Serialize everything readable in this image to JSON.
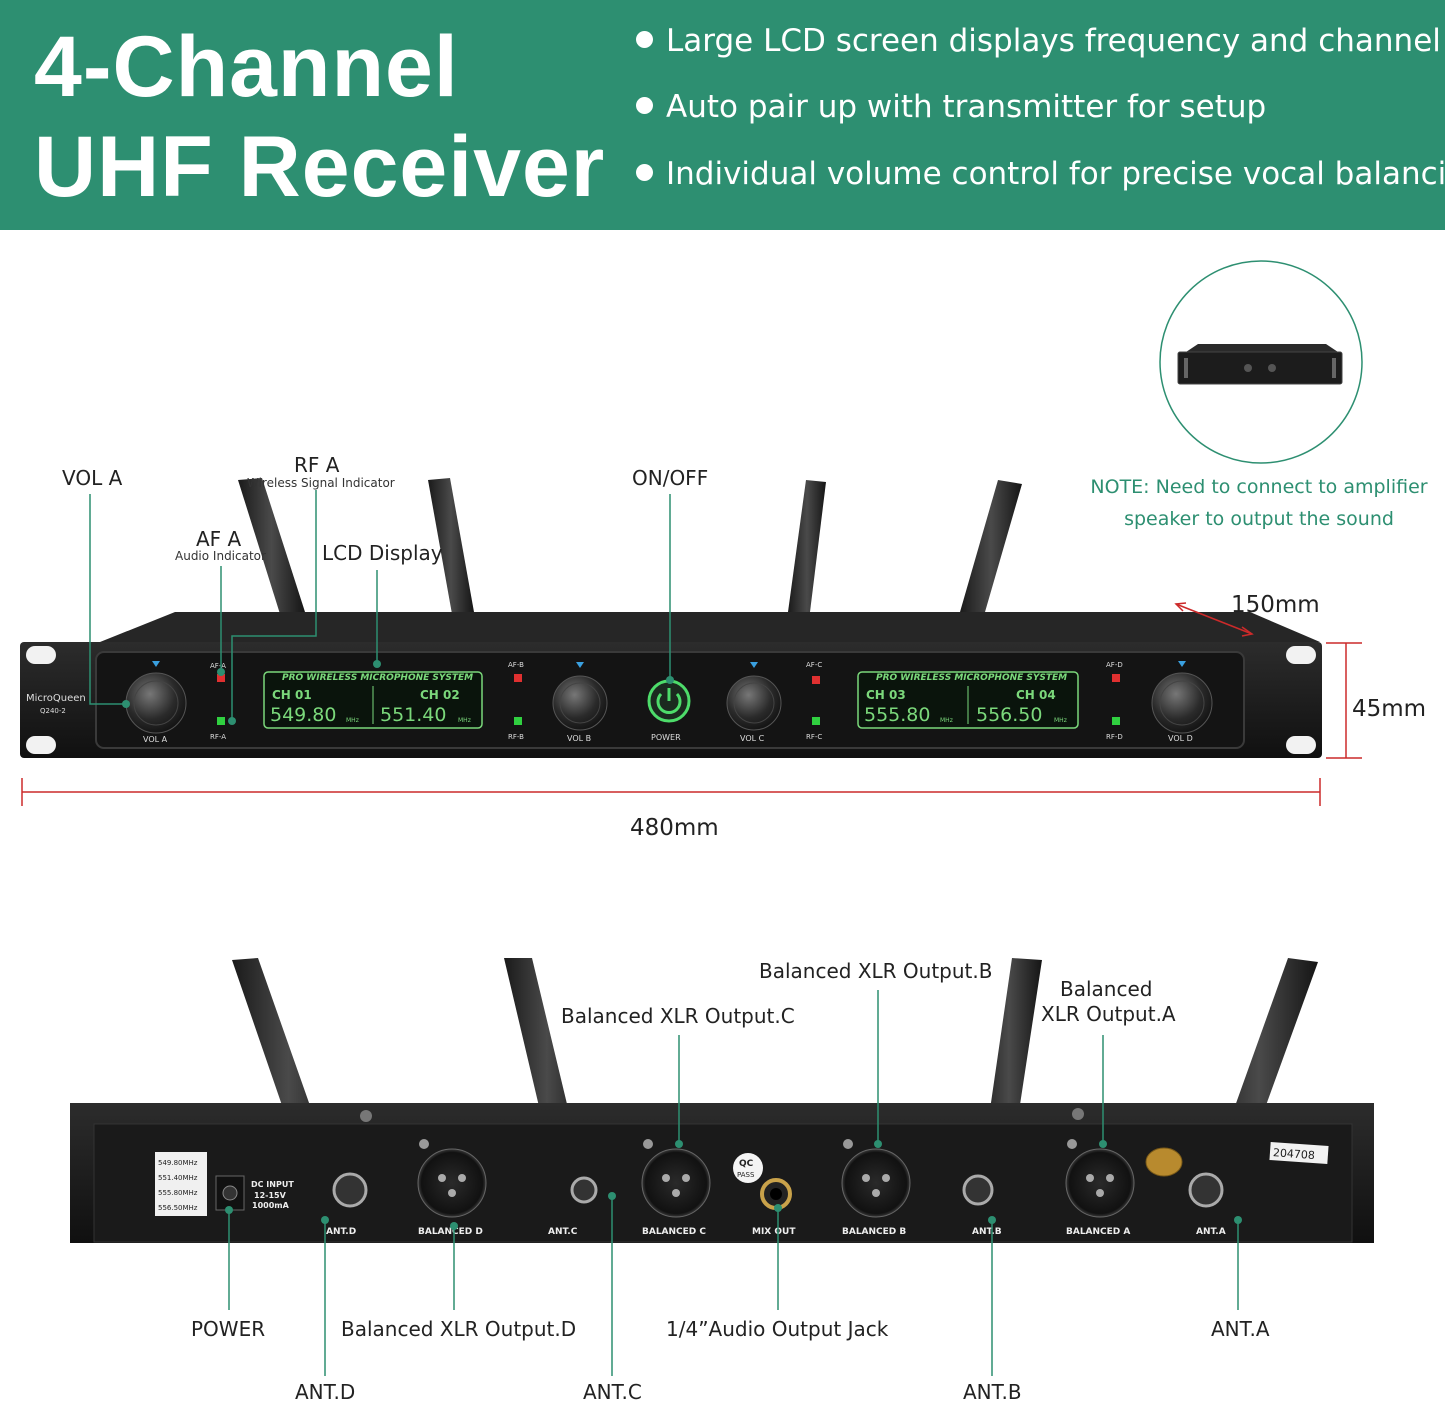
{
  "header": {
    "title_line1": "4-Channel",
    "title_line2": "UHF Receiver",
    "bullets": [
      "Large LCD screen displays frequency and channel",
      "Auto pair up with transmitter for setup",
      "Individual volume control for precise vocal balancing"
    ],
    "banner_color": "#2d8f71"
  },
  "note": {
    "line1": "NOTE: Need to connect to amplifier",
    "line2": "speaker to output the sound"
  },
  "front_callouts": {
    "vol_a": "VOL A",
    "rf_a": "RF A",
    "rf_a_sub": "Wireless Signal Indicator",
    "af_a": "AF A",
    "af_a_sub": "Audio Indicator",
    "lcd": "LCD Display",
    "on_off": "ON/OFF"
  },
  "dimensions": {
    "depth": "150mm",
    "height": "45mm",
    "width": "480mm"
  },
  "front_panel": {
    "brand": "MicroQueen",
    "model": "Q240-2",
    "lcd_header": "PRO WIRELESS MICROPHONE SYSTEM",
    "channels": [
      {
        "ch": "CH 01",
        "freq": "549.80",
        "unit": "MHz"
      },
      {
        "ch": "CH 02",
        "freq": "551.40",
        "unit": "MHz"
      },
      {
        "ch": "CH 03",
        "freq": "555.80",
        "unit": "MHz"
      },
      {
        "ch": "CH 04",
        "freq": "556.50",
        "unit": "MHz"
      }
    ],
    "knobs": [
      "VOL A",
      "VOL B",
      "VOL C",
      "VOL D"
    ],
    "indicators": [
      "AF-A",
      "RF-A",
      "AF-B",
      "RF-B",
      "AF-C",
      "RF-C",
      "AF-D",
      "RF-D"
    ],
    "power_label": "POWER"
  },
  "rear_panel": {
    "freq_list": [
      "549.80MHz",
      "551.40MHz",
      "555.80MHz",
      "556.50MHz"
    ],
    "dc_input": [
      "DC INPUT",
      "12-15V",
      "1000mA"
    ],
    "ports": [
      "ANT.D",
      "BALANCED D",
      "ANT.C",
      "BALANCED C",
      "MIX OUT",
      "BALANCED B",
      "ANT.B",
      "BALANCED A",
      "ANT.A"
    ],
    "qc": [
      "QC",
      "PASS"
    ],
    "serial": "204708"
  },
  "rear_callouts": {
    "xlr_b": "Balanced XLR Output.B",
    "xlr_c": "Balanced XLR Output.C",
    "xlr_a_line1": "Balanced",
    "xlr_a_line2": "XLR Output.A",
    "power": "POWER",
    "xlr_d": "Balanced XLR Output.D",
    "jack": "1/4”Audio Output Jack",
    "ant_a": "ANT.A",
    "ant_d": "ANT.D",
    "ant_c": "ANT.C",
    "ant_b": "ANT.B"
  }
}
